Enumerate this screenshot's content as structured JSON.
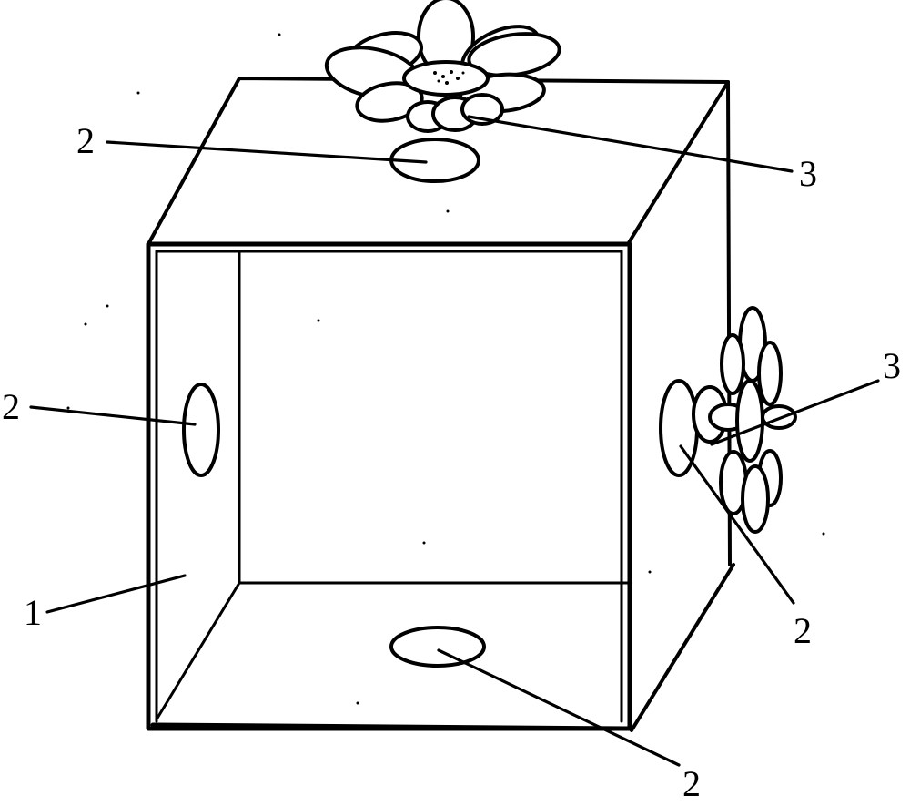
{
  "labels": {
    "box_body": "1",
    "hole_top": "2",
    "hole_left": "2",
    "hole_right": "2",
    "hole_bottom": "2",
    "flower_top": "3",
    "flower_right": "3"
  },
  "colors": {
    "ink": "#000000",
    "paper": "#ffffff"
  }
}
